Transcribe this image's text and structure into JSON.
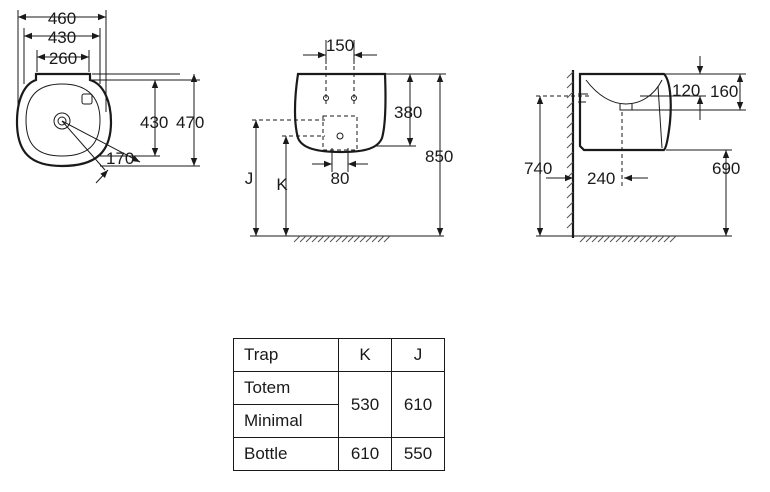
{
  "top_view": {
    "dim_460": "460",
    "dim_430_width": "430",
    "dim_260": "260",
    "dim_430_depth": "430",
    "dim_470": "470",
    "dim_170": "170"
  },
  "front_view": {
    "dim_150": "150",
    "dim_380": "380",
    "dim_850": "850",
    "dim_80": "80",
    "label_j": "J",
    "label_k": "K"
  },
  "side_view": {
    "dim_120": "120",
    "dim_160": "160",
    "dim_740": "740",
    "dim_240": "240",
    "dim_690": "690"
  },
  "trap_table": {
    "headers": [
      "Trap",
      "K",
      "J"
    ],
    "rows": [
      {
        "name": "Totem"
      },
      {
        "name": "Minimal"
      },
      {
        "name": "Bottle",
        "k": "610",
        "j": "550"
      }
    ],
    "merged_k": "530",
    "merged_j": "610"
  }
}
